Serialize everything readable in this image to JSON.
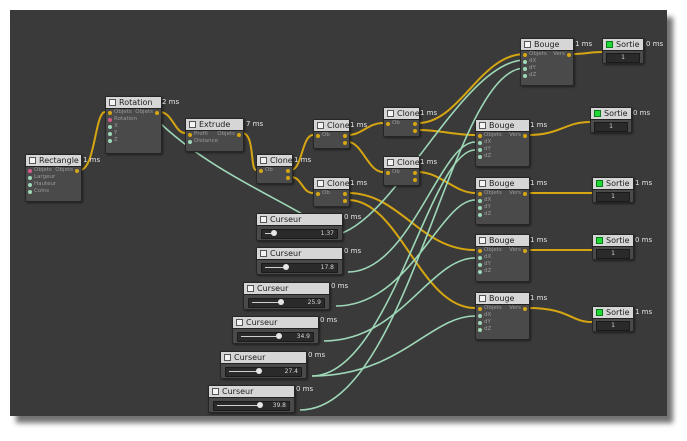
{
  "window": {
    "background": "#3a3a3a"
  },
  "colors": {
    "wire_yellow": "#d6a612",
    "wire_green": "#9ed8b8",
    "active_green": "#1fd838"
  },
  "nodes": {
    "rectangle": {
      "title": "Rectangle",
      "time": "1 ms",
      "inputs": [
        "Objets",
        "Largeur",
        "Hauteur",
        "Coins"
      ],
      "output": "Objets"
    },
    "rotation": {
      "title": "Rotation",
      "time": "2 ms",
      "inputs": [
        "Objets",
        "Rotation",
        "X",
        "Y",
        "Z"
      ],
      "output": "Objets"
    },
    "extrude": {
      "title": "Extrude",
      "time": "7 ms",
      "inputs": [
        "Profil",
        "Distance"
      ],
      "output": "Objets"
    },
    "clone1": {
      "title": "Clone",
      "time": "1 ms",
      "inputs": [
        "Ob"
      ],
      "outputs": [
        "",
        ""
      ]
    },
    "clone2": {
      "title": "Clone",
      "time": "1 ms",
      "inputs": [
        "Ob"
      ],
      "outputs": [
        "",
        ""
      ]
    },
    "clone3": {
      "title": "Clone",
      "time": "1 ms",
      "inputs": [
        "Ob"
      ],
      "outputs": [
        "",
        ""
      ]
    },
    "clone4": {
      "title": "Clone",
      "time": "1 ms",
      "inputs": [
        "Ob"
      ],
      "outputs": [
        "",
        ""
      ]
    },
    "clone5": {
      "title": "Clone",
      "time": "1 ms",
      "inputs": [
        "Ob"
      ],
      "outputs": [
        "",
        ""
      ]
    },
    "bouge1": {
      "title": "Bouge",
      "time": "1 ms",
      "inputs": [
        "Objets",
        "dX",
        "dY",
        "dZ"
      ],
      "output": "Vers"
    },
    "bouge2": {
      "title": "Bouge",
      "time": "1 ms",
      "inputs": [
        "Objets",
        "dX",
        "dY",
        "dZ"
      ],
      "output": "Vers"
    },
    "bouge3": {
      "title": "Bouge",
      "time": "1 ms",
      "inputs": [
        "Objets",
        "dX",
        "dY",
        "dZ"
      ],
      "output": "Vers"
    },
    "bouge4": {
      "title": "Bouge",
      "time": "1 ms",
      "inputs": [
        "Objets",
        "dX",
        "dY",
        "dZ"
      ],
      "output": "Vers"
    },
    "bouge5": {
      "title": "Bouge",
      "time": "1 ms",
      "inputs": [
        "Objets",
        "dX",
        "dY",
        "dZ"
      ],
      "output": "Vers"
    },
    "sortie1": {
      "title": "Sortie",
      "time": "0 ms",
      "value": "1"
    },
    "sortie2": {
      "title": "Sortie",
      "time": "0 ms",
      "value": "1"
    },
    "sortie3": {
      "title": "Sortie",
      "time": "1 ms",
      "value": "1"
    },
    "sortie4": {
      "title": "Sortie",
      "time": "0 ms",
      "value": "1"
    },
    "sortie5": {
      "title": "Sortie",
      "time": "1 ms",
      "value": "1"
    },
    "curseur1": {
      "title": "Curseur",
      "time": "0 ms",
      "value": "1.37",
      "level": 0.06
    },
    "curseur2": {
      "title": "Curseur",
      "time": "0 ms",
      "value": "17.8",
      "level": 0.18
    },
    "curseur3": {
      "title": "Curseur",
      "time": "0 ms",
      "value": "25.9",
      "level": 0.26
    },
    "curseur4": {
      "title": "Curseur",
      "time": "0 ms",
      "value": "34.9",
      "level": 0.35
    },
    "curseur5": {
      "title": "Curseur",
      "time": "0 ms",
      "value": "27.4",
      "level": 0.27
    },
    "curseur6": {
      "title": "Curseur",
      "time": "0 ms",
      "value": "39.8",
      "level": 0.4
    }
  }
}
